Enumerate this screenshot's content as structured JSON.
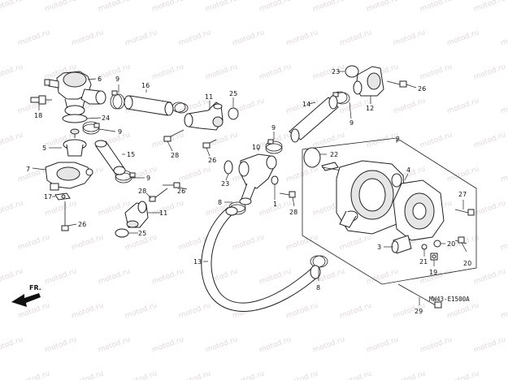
{
  "watermark_text": "motod.ru",
  "diagram_code": "MW43-E1500A",
  "direction_label": "FR.",
  "callouts": [
    {
      "id": "c6",
      "text": "6"
    },
    {
      "id": "c9a",
      "text": "9"
    },
    {
      "id": "c16",
      "text": "16"
    },
    {
      "id": "c11a",
      "text": "11"
    },
    {
      "id": "c25a",
      "text": "25"
    },
    {
      "id": "c18",
      "text": "18"
    },
    {
      "id": "c24",
      "text": "24"
    },
    {
      "id": "c9b",
      "text": "9"
    },
    {
      "id": "c5",
      "text": "5"
    },
    {
      "id": "c15",
      "text": "15"
    },
    {
      "id": "c28a",
      "text": "28"
    },
    {
      "id": "c26a",
      "text": "26"
    },
    {
      "id": "c7",
      "text": "7"
    },
    {
      "id": "c9c",
      "text": "9"
    },
    {
      "id": "c28b",
      "text": "28"
    },
    {
      "id": "c26b",
      "text": "26"
    },
    {
      "id": "c17",
      "text": "17"
    },
    {
      "id": "c11b",
      "text": "11"
    },
    {
      "id": "c26c",
      "text": "26"
    },
    {
      "id": "c25b",
      "text": "25"
    },
    {
      "id": "c23a",
      "text": "23"
    },
    {
      "id": "c26d",
      "text": "26"
    },
    {
      "id": "c12",
      "text": "12"
    },
    {
      "id": "c14",
      "text": "14"
    },
    {
      "id": "c9d",
      "text": "9"
    },
    {
      "id": "c9e",
      "text": "9"
    },
    {
      "id": "c10",
      "text": "10"
    },
    {
      "id": "c2",
      "text": "2"
    },
    {
      "id": "c22",
      "text": "22"
    },
    {
      "id": "c23b",
      "text": "23"
    },
    {
      "id": "c1",
      "text": "1"
    },
    {
      "id": "c8a",
      "text": "8"
    },
    {
      "id": "c28c",
      "text": "28"
    },
    {
      "id": "c4",
      "text": "4"
    },
    {
      "id": "c27",
      "text": "27"
    },
    {
      "id": "c3",
      "text": "3"
    },
    {
      "id": "c20a",
      "text": "20"
    },
    {
      "id": "c21",
      "text": "21"
    },
    {
      "id": "c20b",
      "text": "20"
    },
    {
      "id": "c19",
      "text": "19"
    },
    {
      "id": "c13",
      "text": "13"
    },
    {
      "id": "c8b",
      "text": "8"
    },
    {
      "id": "c29",
      "text": "29"
    }
  ]
}
